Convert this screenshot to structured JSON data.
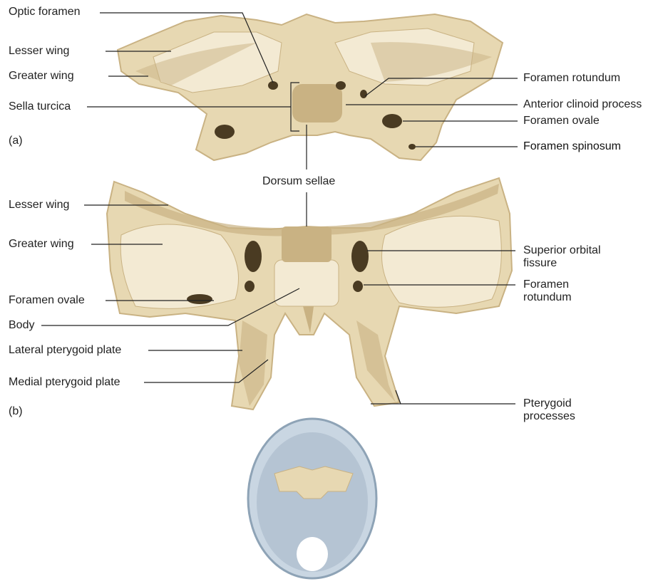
{
  "colors": {
    "bone": "#e7d8b2",
    "bone_shadow": "#c9b283",
    "bone_highlight": "#f3ead3",
    "skull_blue": "#c9d6e2",
    "skull_blue_dark": "#8ea3b6",
    "line": "#222222"
  },
  "panel_a": {
    "panel_label": "(a)",
    "labels": {
      "optic_foramen": "Optic foramen",
      "lesser_wing": "Lesser wing",
      "greater_wing": "Greater wing",
      "sella_turcica": "Sella turcica",
      "foramen_rotundum": "Foramen rotundum",
      "anterior_clinoid_process": "Anterior clinoid process",
      "foramen_ovale": "Foramen ovale",
      "foramen_spinosum": "Foramen spinosum"
    }
  },
  "shared": {
    "dorsum_sellae": "Dorsum sellae"
  },
  "panel_b": {
    "panel_label": "(b)",
    "labels": {
      "lesser_wing": "Lesser wing",
      "greater_wing": "Greater wing",
      "foramen_ovale": "Foramen ovale",
      "body": "Body",
      "lateral_pterygoid_plate": "Lateral pterygoid plate",
      "medial_pterygoid_plate": "Medial pterygoid plate",
      "superior_orbital_fissure": "Superior orbital\nfissure",
      "foramen_rotundum": "Foramen\nrotundum",
      "pterygoid_processes": "Pterygoid\nprocesses"
    }
  }
}
